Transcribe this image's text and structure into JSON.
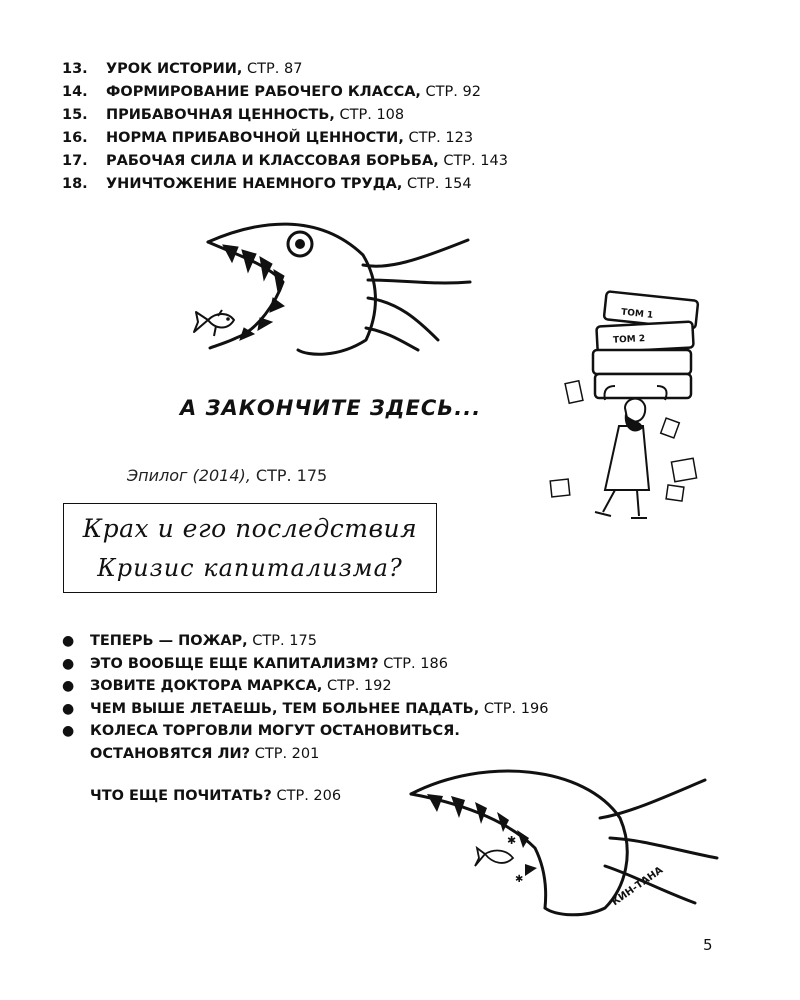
{
  "toc": [
    {
      "num": "13.",
      "title": "УРОК ИСТОРИИ,",
      "page": " СТР. 87"
    },
    {
      "num": "14.",
      "title": "ФОРМИРОВАНИЕ РАБОЧЕГО КЛАССА,",
      "page": " СТР. 92"
    },
    {
      "num": "15.",
      "title": "ПРИБАВОЧНАЯ ЦЕННОСТЬ,",
      "page": " СТР. 108"
    },
    {
      "num": "16.",
      "title": "НОРМА ПРИБАВОЧНОЙ ЦЕННОСТИ,",
      "page": " СТР. 123"
    },
    {
      "num": "17.",
      "title": "РАБОЧАЯ СИЛА И КЛАССОВАЯ БОРЬБА,",
      "page": " СТР. 143"
    },
    {
      "num": "18.",
      "title": "УНИЧТОЖЕНИЕ НАЕМНОГО ТРУДА,",
      "page": " СТР. 154"
    }
  ],
  "finish_heading": "А ЗАКОНЧИТЕ ЗДЕСЬ...",
  "epilog": {
    "title": "Эпилог (2014),",
    "page": " СТР. 175"
  },
  "crash_box": {
    "line1": "Крах и его последствия",
    "line2": "Кризис капитализма?"
  },
  "bullets": [
    {
      "title": "ТЕПЕРЬ — ПОЖАР,",
      "page": " СТР. 175"
    },
    {
      "title": "ЭТО ВООБЩЕ ЕЩЕ КАПИТАЛИЗМ?",
      "page": " СТР. 186"
    },
    {
      "title": "ЗОВИТЕ ДОКТОРА МАРКСА,",
      "page": " СТР. 192"
    },
    {
      "title": "ЧЕМ ВЫШЕ ЛЕТАЕШЬ, ТЕМ БОЛЬНЕЕ ПАДАТЬ,",
      "page": " СТР. 196"
    },
    {
      "title": "КОЛЕСА ТОРГОВЛИ МОГУТ ОСТАНОВИТЬСЯ.",
      "title2": "ОСТАНОВЯТСЯ ЛИ?",
      "page": " СТР. 201"
    }
  ],
  "further_reading": {
    "title": "ЧТО ЕЩЕ ПОЧИТАТЬ?",
    "page": " СТР. 206"
  },
  "illustrations": {
    "book_label_1": "ТОМ 1",
    "book_label_2": "ТОМ 2",
    "signature": "КИН-ТАНА"
  },
  "page_number": "5"
}
